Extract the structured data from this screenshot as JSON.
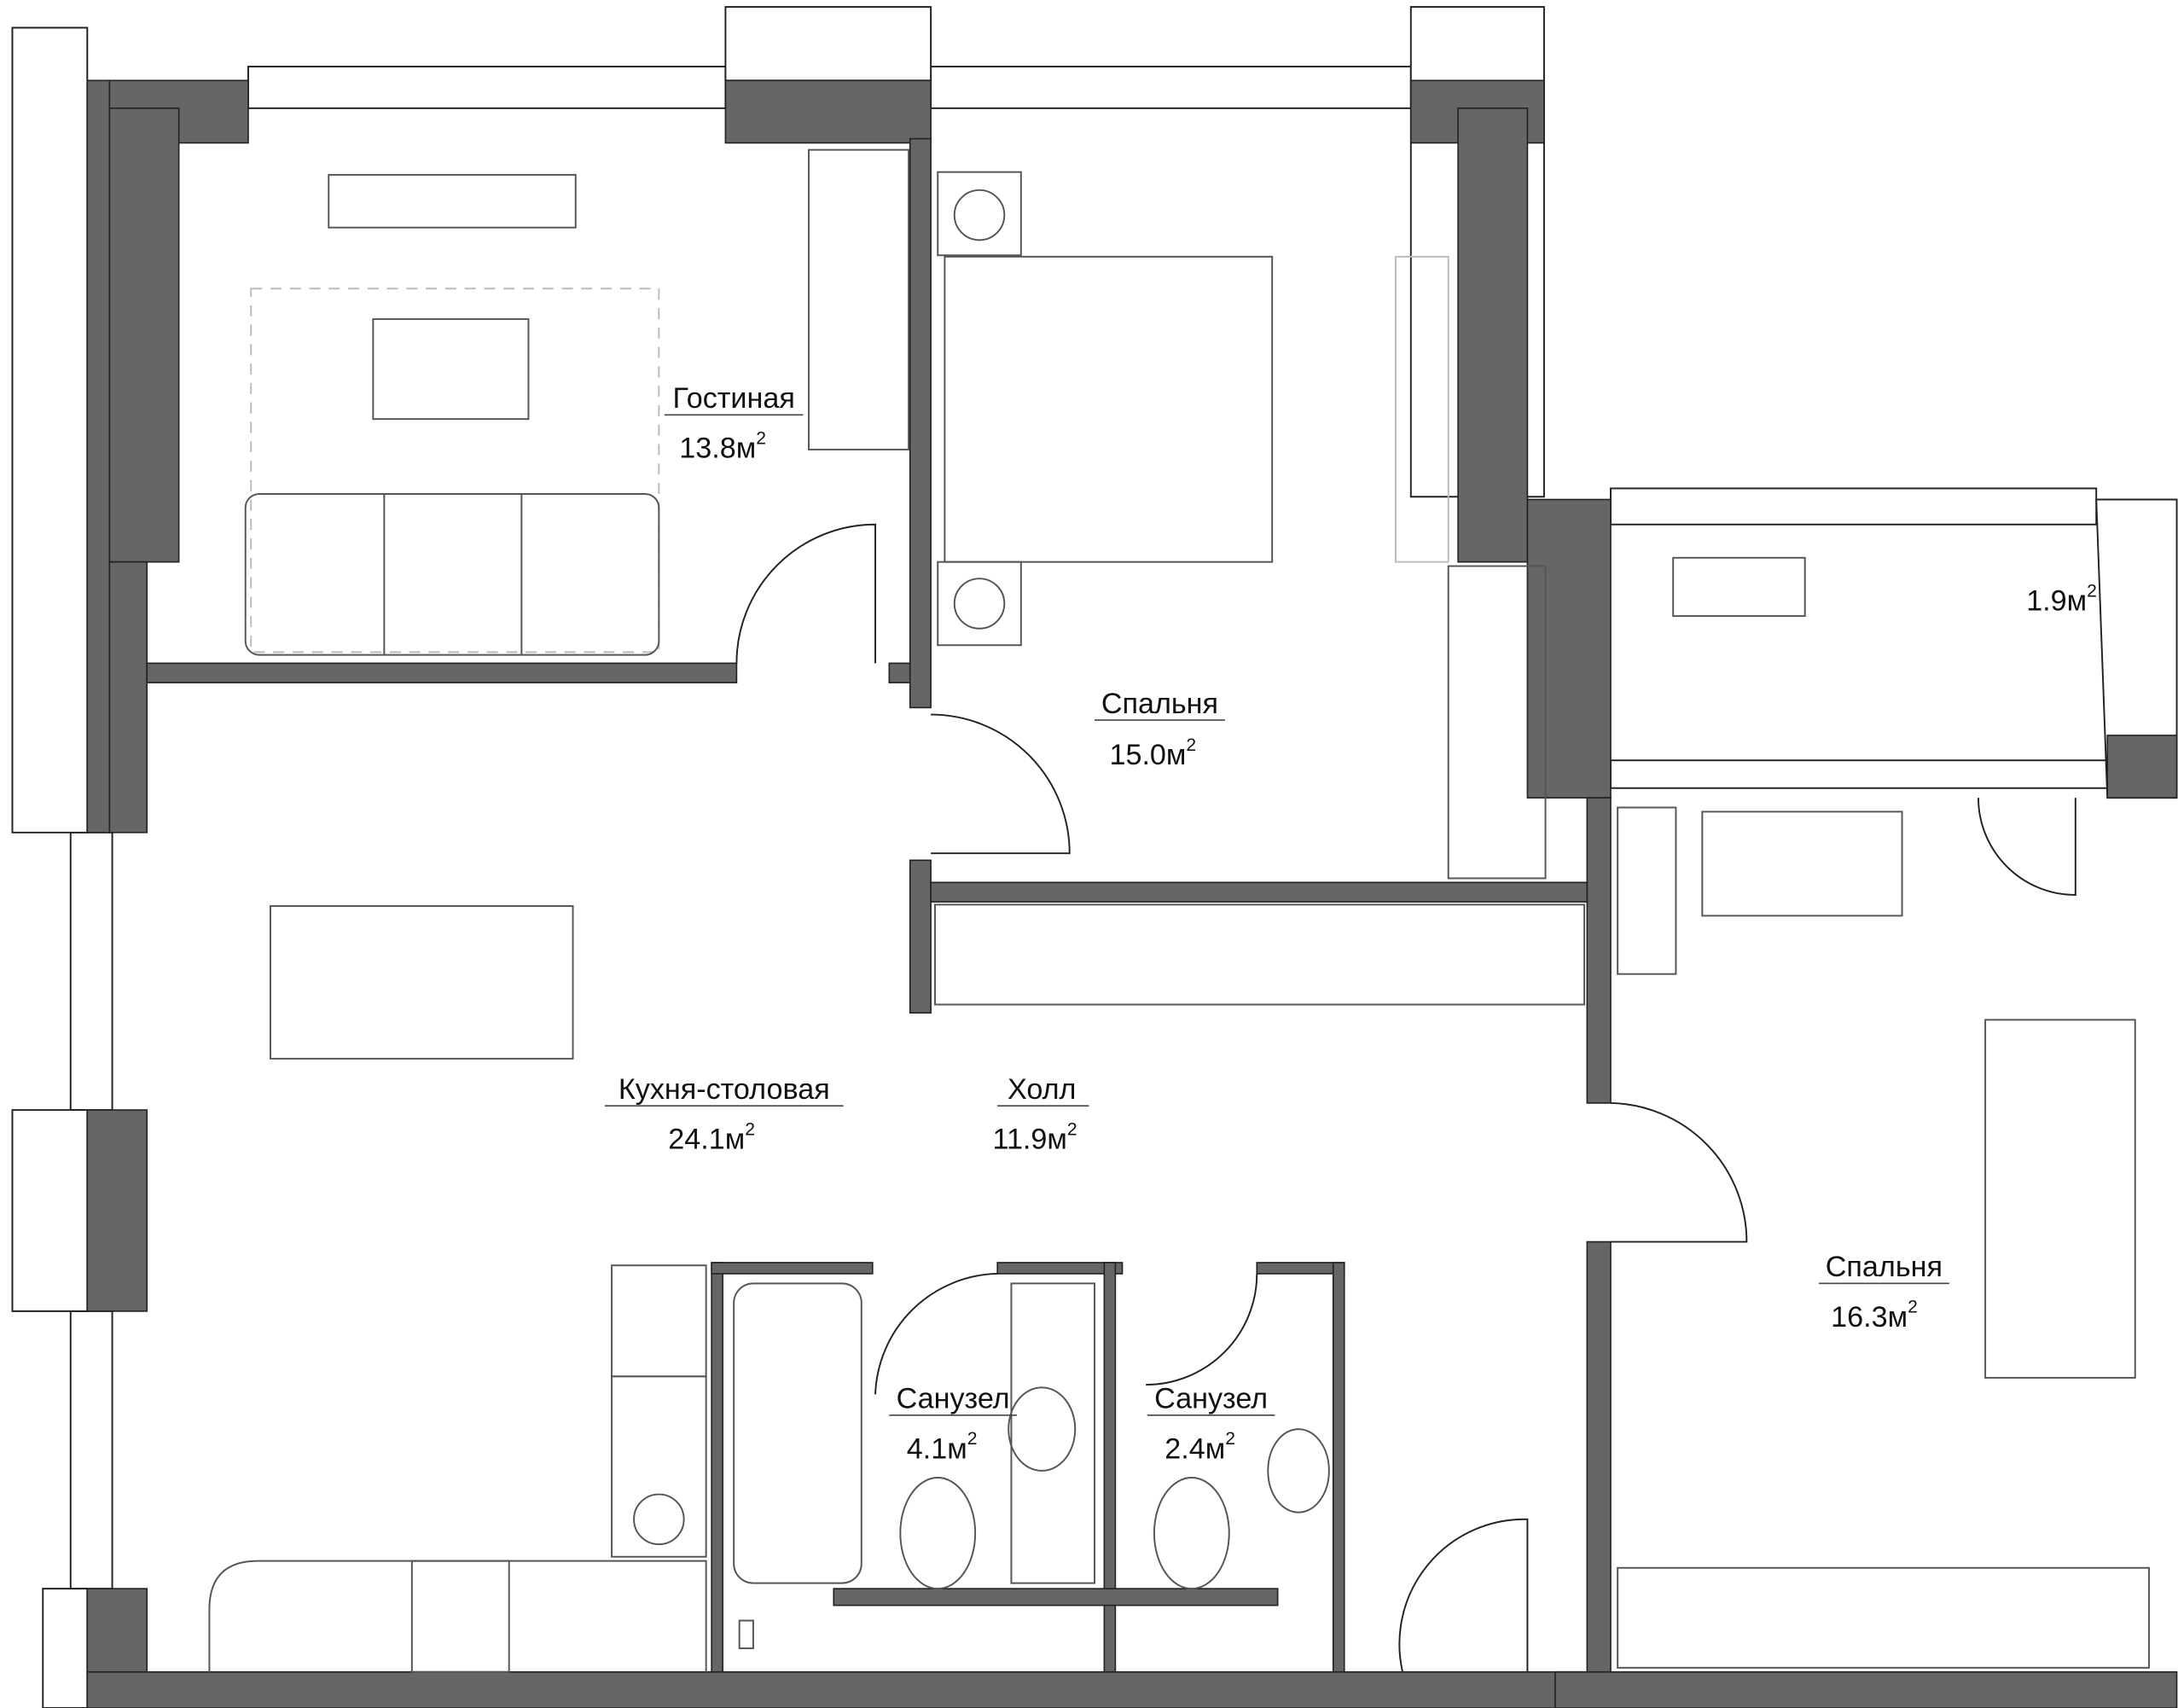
{
  "rooms": [
    {
      "name": "Гостиная",
      "area": "13.8м",
      "unit_power": "2"
    },
    {
      "name": "Спальня",
      "area": "15.0м",
      "unit_power": "2"
    },
    {
      "name": "",
      "area": "1.9м",
      "unit_power": "2"
    },
    {
      "name": "Кухня-столовая",
      "area": "24.1м",
      "unit_power": "2"
    },
    {
      "name": "Холл",
      "area": "11.9м",
      "unit_power": "2"
    },
    {
      "name": "Спальня",
      "area": "16.3м",
      "unit_power": "2"
    },
    {
      "name": "Санузел",
      "area": "4.1м",
      "unit_power": "2"
    },
    {
      "name": "Санузел",
      "area": "2.4м",
      "unit_power": "2"
    }
  ],
  "colors": {
    "wall": "#666666",
    "line": "#222222"
  }
}
